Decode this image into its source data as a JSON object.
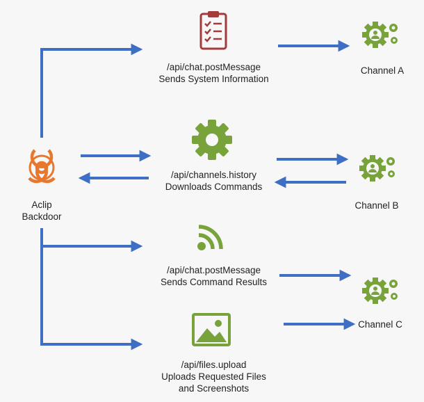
{
  "colors": {
    "arrow": "#3e6fc4",
    "gear_green": "#78a33a",
    "hazard_orange": "#e8772e",
    "clipboard_red": "#a53a3a",
    "text": "#222222"
  },
  "source": {
    "label_line1": "Aclip",
    "label_line2": "Backdoor",
    "icon": "biohazard-icon"
  },
  "apis": [
    {
      "endpoint": "/api/chat.postMessage",
      "description": "Sends System Information",
      "icon": "clipboard-checklist-icon"
    },
    {
      "endpoint": "/api/channels.history",
      "description": "Downloads Commands",
      "icon": "gear-icon"
    },
    {
      "endpoint": "/api/chat.postMessage",
      "description": "Sends Command Results",
      "icon": "wifi-signal-icon"
    },
    {
      "endpoint": "/api/files.upload",
      "description": "Uploads Requested Files",
      "description2": "and Screenshots",
      "icon": "image-icon"
    }
  ],
  "channels": [
    {
      "label": "Channel A",
      "icon": "user-gears-icon"
    },
    {
      "label": "Channel B",
      "icon": "user-gears-icon"
    },
    {
      "label": "Channel C",
      "icon": "user-gears-icon"
    }
  ]
}
